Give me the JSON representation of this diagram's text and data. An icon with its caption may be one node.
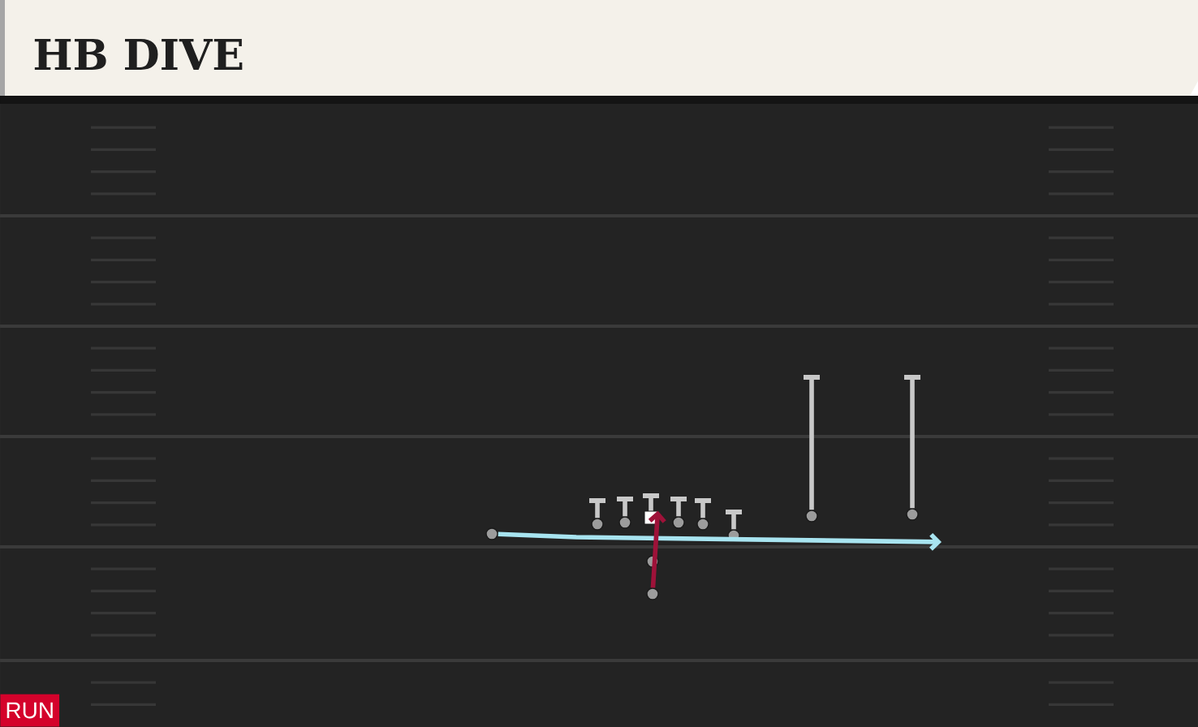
{
  "diagram": {
    "title": "HB DIVE",
    "nodes": [
      {
        "text": [],
        "shape": "circle"
      },
      {
        "text": [],
        "shape": "circle"
      },
      {
        "text": [],
        "shape": "circle"
      },
      {
        "text": [],
        "shape": "box"
      },
      {
        "text": [],
        "shape": "circle"
      },
      {
        "text": [],
        "shape": "circle"
      },
      {
        "text": [],
        "shape": "circle"
      },
      {
        "text": [],
        "shape": "circle"
      },
      {
        "text": [],
        "shape": "circle"
      },
      {
        "text": [],
        "shape": "circle"
      },
      {
        "text": [],
        "shape": "circle"
      }
    ],
    "edges": [
      {
        "from": 0,
        "to": null,
        "arrow": "to",
        "color": "#a8e4f0"
      },
      {
        "from": 1,
        "to": null,
        "arrow": "other"
      },
      {
        "from": 2,
        "to": null,
        "arrow": "other"
      },
      {
        "from": 3,
        "to": null,
        "arrow": "other"
      },
      {
        "from": 4,
        "to": null,
        "arrow": "other"
      },
      {
        "from": 5,
        "to": null,
        "arrow": "other"
      },
      {
        "from": 6,
        "to": null,
        "arrow": "other"
      },
      {
        "from": 7,
        "to": null,
        "arrow": "other"
      },
      {
        "from": 8,
        "to": null,
        "arrow": "other"
      },
      {
        "from": 10,
        "to": 3,
        "arrow": "to",
        "color": "#9e1239"
      }
    ],
    "labels": [
      "RUN"
    ]
  }
}
